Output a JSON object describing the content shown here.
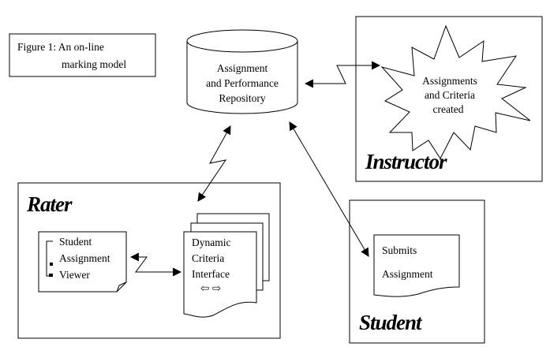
{
  "figure_caption": {
    "line1": "Figure 1: An on-line",
    "line2": "marking model"
  },
  "repository": {
    "line1": "Assignment",
    "line2": "and Performance",
    "line3": "Repository"
  },
  "instructor": {
    "title": "Instructor",
    "burst_line1": "Assignments",
    "burst_line2": "and Criteria",
    "burst_line3": "created"
  },
  "rater": {
    "title": "Rater",
    "viewer_line1": "Student",
    "viewer_line2": "Assignment",
    "viewer_line3": "Viewer",
    "criteria_line1": "Dynamic",
    "criteria_line2": "Criteria",
    "criteria_line3": "Interface",
    "criteria_arrows": "⇦ ⇨"
  },
  "student": {
    "title": "Student",
    "doc_line1": "Submits",
    "doc_line2": "Assignment"
  },
  "colors": {
    "stroke": "#000000",
    "background": "#ffffff"
  }
}
